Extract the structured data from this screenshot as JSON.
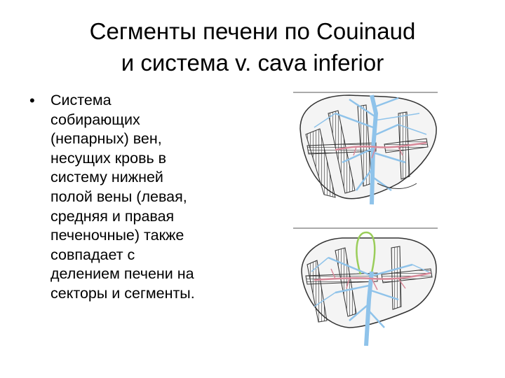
{
  "slide": {
    "title_lines": [
      "Сегменты печени по Couinaud",
      "и система v. cava inferior"
    ],
    "bullet_symbol": "•",
    "bullet_lines": [
      "Система",
      "собирающих",
      "(непарных) вен,",
      "несущих кровь в",
      "систему нижней",
      "полой вены (левая,",
      "средняя и правая",
      "печеночные) также",
      "совпадает с",
      "делением печени на",
      "секторы и сегменты."
    ]
  },
  "colors": {
    "vein": "#8fc3ea",
    "artery": "#d98a9a",
    "duct": "#9acd5a",
    "outline": "#333333"
  }
}
